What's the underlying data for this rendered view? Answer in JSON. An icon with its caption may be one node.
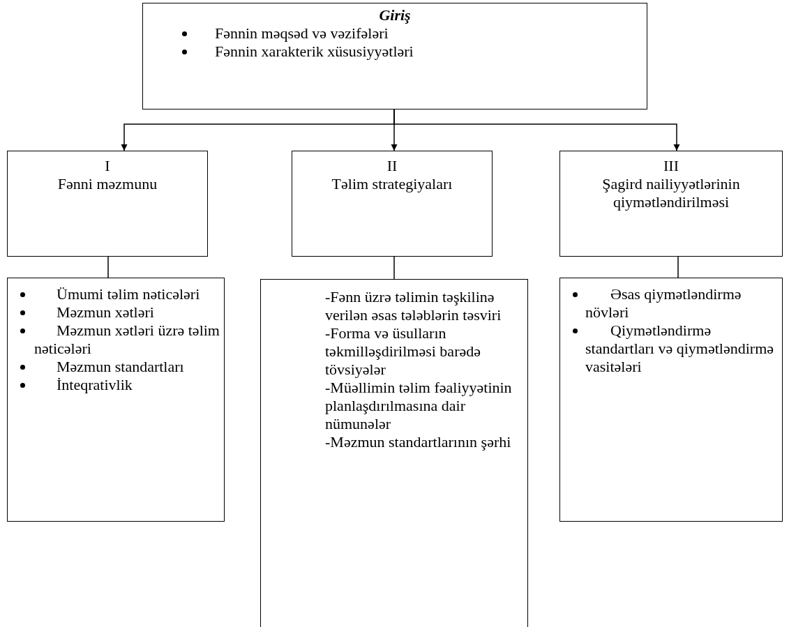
{
  "diagram": {
    "nodes": [
      {
        "text": [
          "Giriş",
          "Fənnin məqsəd və vəzifələri",
          "Fənnin xarakterik xüsusiyyətləri"
        ]
      },
      {
        "text": [
          "I",
          "Fənni məzmunu"
        ]
      },
      {
        "text": [
          "II",
          "Təlim strategiyaları"
        ]
      },
      {
        "text": [
          "III",
          "Şagird nailiyyətlərinin qiymətləndirilməsi"
        ]
      },
      {
        "text": [
          "Ümumi təlim nəticələri",
          "Məzmun xətləri",
          "Məzmun xətləri üzrə təlim nəticələri",
          "Məzmun standartları",
          "İnteqrativlik"
        ]
      },
      {
        "text": [
          "-Fənn üzrə təlimin təşkilinə verilən əsas tələblərin təsviri",
          "-Forma və üsulların təkmilləşdirilməsi barədə tövsiyələr",
          "-Müəllimin təlim fəaliyyətinin planlaşdırılmasına dair nümunələr",
          "-Məzmun standartlarının şərhi"
        ]
      },
      {
        "text": [
          "Əsas qiymətləndirmə növləri",
          "Qiymətləndirmə standartları və qiymətləndirmə vasitələri"
        ]
      }
    ],
    "edges": [
      {
        "from": 0,
        "to": 1,
        "arrow": "to"
      },
      {
        "from": 0,
        "to": 2,
        "arrow": "to"
      },
      {
        "from": 0,
        "to": 3,
        "arrow": "to"
      },
      {
        "from": 1,
        "to": 4,
        "arrow": "none"
      },
      {
        "from": 2,
        "to": 5,
        "arrow": "none"
      },
      {
        "from": 3,
        "to": 6,
        "arrow": "none"
      }
    ]
  }
}
